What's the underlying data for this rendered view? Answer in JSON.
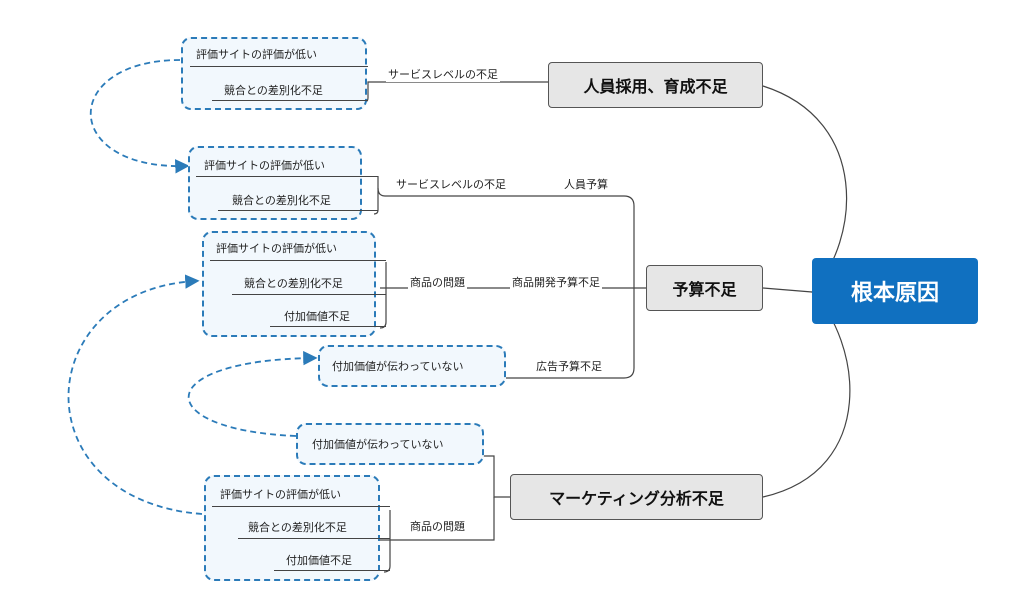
{
  "root": {
    "label": "根本原因"
  },
  "branches": {
    "staff": {
      "label": "人員採用、育成不足",
      "edge": "サービスレベルの不足",
      "leaves": [
        "評価サイトの評価が低い",
        "競合との差別化不足"
      ]
    },
    "budget": {
      "label": "予算不足",
      "staff_budget": {
        "edge1": "サービスレベルの不足",
        "edge2": "人員予算",
        "leaves": [
          "評価サイトの評価が低い",
          "競合との差別化不足"
        ]
      },
      "product_budget": {
        "edge1": "商品の問題",
        "edge2": "商品開発予算不足",
        "leaves": [
          "評価サイトの評価が低い",
          "競合との差別化不足",
          "付加価値不足"
        ]
      },
      "ad_budget": {
        "edge": "広告予算不足",
        "leaves": [
          "付加価値が伝わっていない"
        ]
      }
    },
    "marketing": {
      "label": "マーケティング分析不足",
      "top_leaf": "付加価値が伝わっていない",
      "product": {
        "edge": "商品の問題",
        "leaves": [
          "評価サイトの評価が低い",
          "競合との差別化不足",
          "付加価値不足"
        ]
      }
    }
  },
  "colors": {
    "root": "#1070c0",
    "dashed": "#2b7bb9",
    "node_fill": "#e6e6e6"
  }
}
